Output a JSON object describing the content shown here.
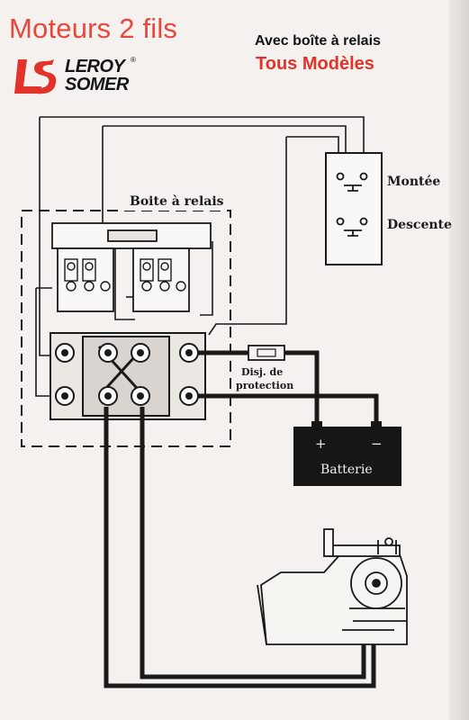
{
  "header": {
    "title": "Moteurs 2 fils",
    "subtitle": "Avec boîte à relais",
    "subtitle_highlight": "Tous Modèles"
  },
  "logo": {
    "mark": "LS",
    "line1": "LEROY",
    "line2": "SOMER",
    "registered": "®"
  },
  "diagram": {
    "relay_box_label": "Boite à relais",
    "switch_up_label": "Montée",
    "switch_down_label": "Descente",
    "breaker_label_1": "Disj. de",
    "breaker_label_2": "protection",
    "battery_label": "Batterie",
    "battery_plus": "+",
    "battery_minus": "−"
  },
  "colors": {
    "title_red": "#e8473d",
    "highlight_red": "#e2332b",
    "ink": "#1a1a1a",
    "battery_fill": "#161616",
    "paper": "#f4f1ee"
  }
}
